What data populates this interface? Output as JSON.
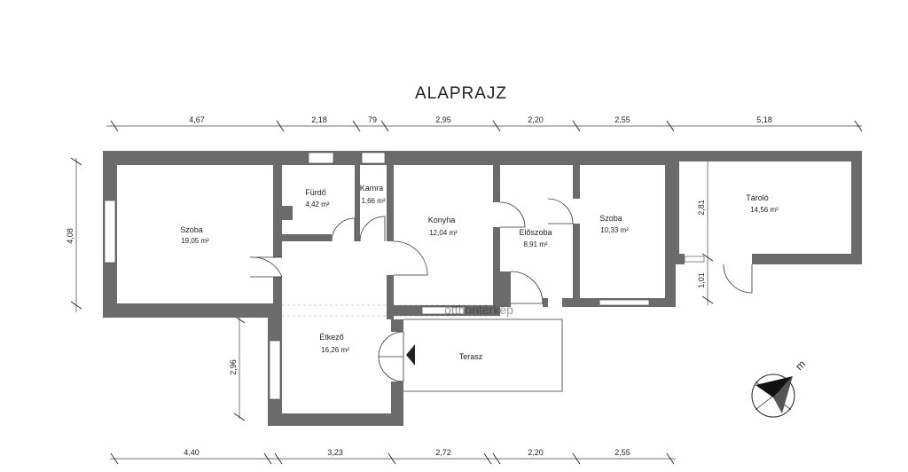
{
  "plan": {
    "title": "ALAPRAJZ",
    "watermark": "otthontérkép",
    "compass_label": "m",
    "rooms": [
      {
        "id": "szoba-1",
        "name": "Szoba",
        "area": "19,05 m²"
      },
      {
        "id": "furdo",
        "name": "Fürdő",
        "area": "4,42 m²"
      },
      {
        "id": "kamra",
        "name": "Kamra",
        "area": "1,66 m²"
      },
      {
        "id": "konyha",
        "name": "Konyha",
        "area": "12,04 m²"
      },
      {
        "id": "eloszoba",
        "name": "Előszoba",
        "area": "8,91 m²"
      },
      {
        "id": "szoba-2",
        "name": "Szoba",
        "area": "10,33 m²"
      },
      {
        "id": "tarolo",
        "name": "Tároló",
        "area": "14,56 m²"
      },
      {
        "id": "etkezo",
        "name": "Étkező",
        "area": "16,26 m²"
      },
      {
        "id": "terasz",
        "name": "Terasz",
        "area": ""
      }
    ],
    "dimensions_top": [
      "4,67",
      "2,18",
      "79",
      "2,95",
      "2,20",
      "2,55",
      "5,18"
    ],
    "dimensions_bottom": [
      "4,40",
      "3,23",
      "2,72",
      "2,20",
      "2,55"
    ],
    "dimension_left": "4,08",
    "dimension_etkezo": "2,96",
    "dimensions_tarolo": [
      "2,81",
      "1,01"
    ]
  }
}
